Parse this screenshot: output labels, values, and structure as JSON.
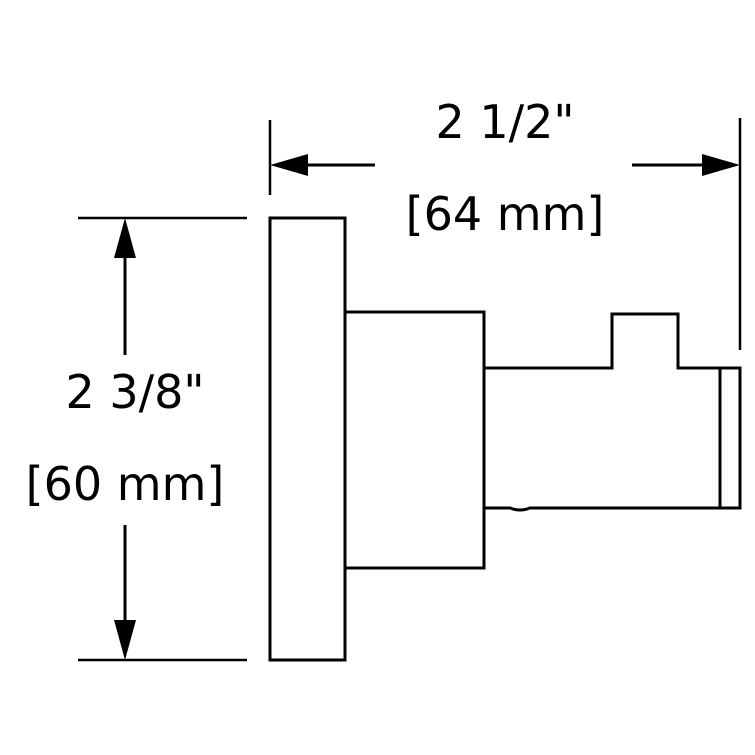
{
  "dimensions": {
    "width": {
      "imperial": "2 1/2\"",
      "metric": "[64 mm]"
    },
    "height": {
      "imperial": "2 3/8\"",
      "metric": "[60 mm]"
    }
  },
  "colors": {
    "line": "#000000",
    "background": "#ffffff"
  }
}
